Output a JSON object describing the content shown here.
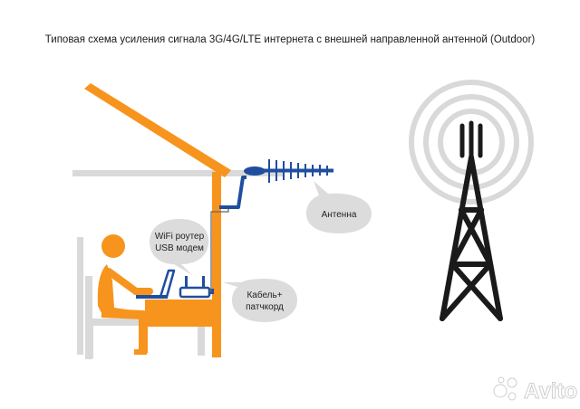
{
  "title": "Типовая схема усиления сигнала 3G/4G/LTE интернета с внешней направленной антенной (Outdoor)",
  "labels": {
    "router_line1": "WiFi роутер",
    "router_line2": "USB модем",
    "antenna": "Антенна",
    "cable_line1": "Кабель+",
    "cable_line2": "патчкорд"
  },
  "watermark": "Avito",
  "colors": {
    "orange": "#f7941d",
    "blue": "#1f4e9e",
    "gray": "#d6d6d6",
    "tower_black": "#1a1a1a"
  }
}
